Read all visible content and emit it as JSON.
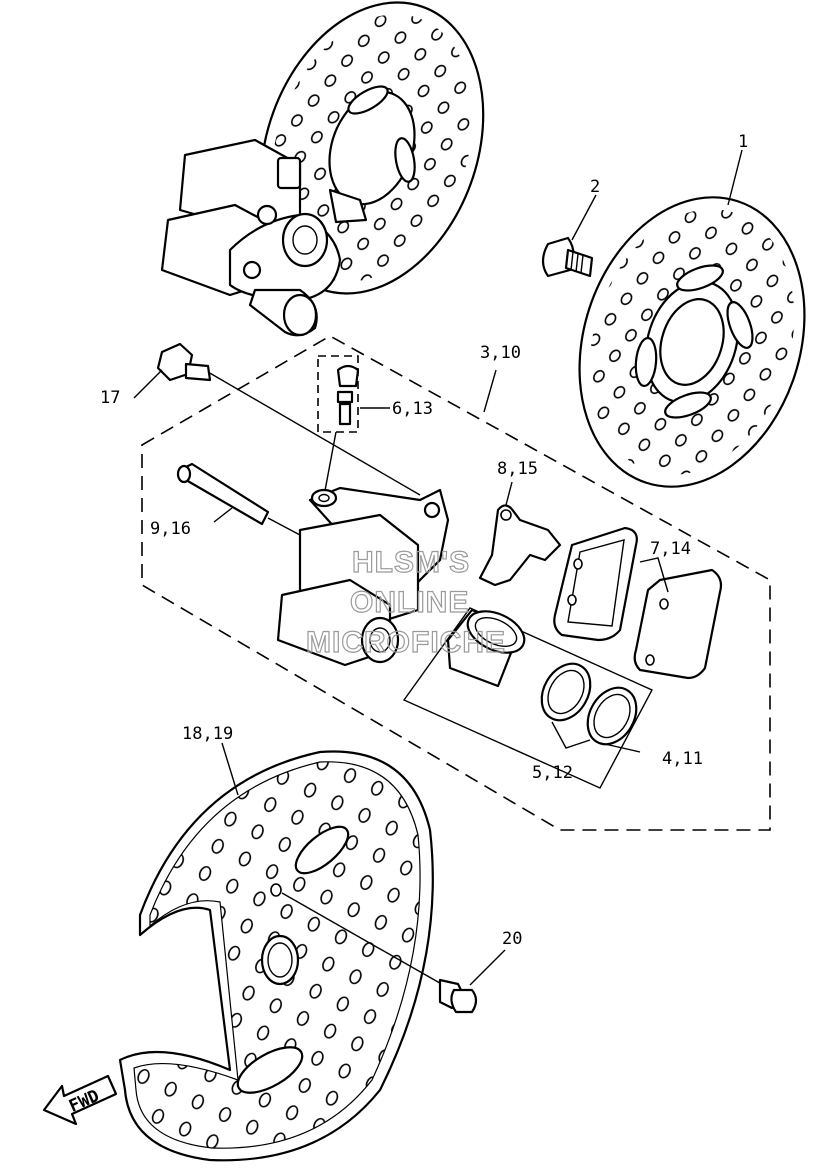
{
  "labels": {
    "p1": "1",
    "p2": "2",
    "p3": "3,10",
    "p4": "4,11",
    "p5": "5,12",
    "p6": "6,13",
    "p7": "7,14",
    "p8": "8,15",
    "p9": "9,16",
    "p17": "17",
    "p18": "18,19",
    "p20": "20",
    "fwd": "FWD"
  },
  "watermark": [
    "HLSM'S",
    "ONLINE",
    "MICROFICHE"
  ]
}
